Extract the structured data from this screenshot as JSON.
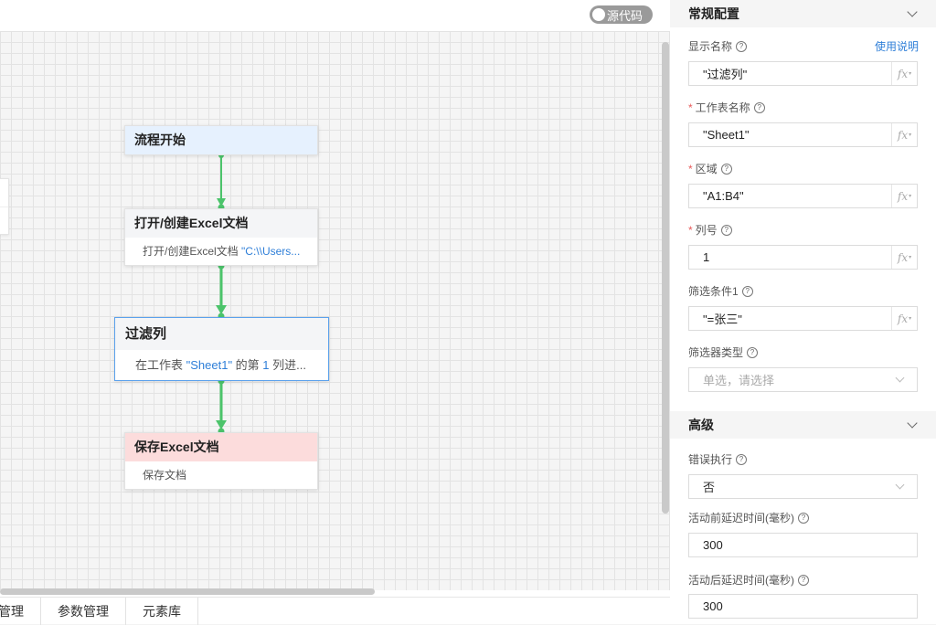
{
  "toolbar": {
    "source_code_label": "源代码"
  },
  "flow": {
    "start": {
      "title": "流程开始"
    },
    "open_excel": {
      "title": "打开/创建Excel文档",
      "desc_prefix": "打开/创建Excel文档 ",
      "desc_value": "\"C:\\\\Users..."
    },
    "filter_column": {
      "title": "过滤列",
      "desc_1": "在工作表 ",
      "desc_sheet": "\"Sheet1\"",
      "desc_2": " 的第 ",
      "desc_col": "1",
      "desc_3": " 列进..."
    },
    "save_excel": {
      "title": "保存Excel文档",
      "desc": "保存文档"
    }
  },
  "bottom_tabs": [
    "管理",
    "参数管理",
    "元素库"
  ],
  "panel": {
    "general_section": "常规配置",
    "help_link": "使用说明",
    "fields": {
      "display_name": {
        "label": "显示名称",
        "value": "\"过滤列\""
      },
      "sheet_name": {
        "label": "工作表名称",
        "value": "\"Sheet1\""
      },
      "range": {
        "label": "区域",
        "value": "\"A1:B4\""
      },
      "column": {
        "label": "列号",
        "value": "1"
      },
      "filter_cond": {
        "label": "筛选条件1",
        "value": "\"=张三\""
      },
      "filter_type": {
        "label": "筛选器类型",
        "placeholder": "单选，请选择"
      }
    },
    "advanced_section": "高级",
    "advanced": {
      "error_exec": {
        "label": "错误执行",
        "value": "否"
      },
      "pre_delay": {
        "label": "活动前延迟时间(毫秒)",
        "value": "300"
      },
      "post_delay": {
        "label": "活动后延迟时间(毫秒)",
        "value": "300"
      }
    },
    "fx_label": "fx"
  },
  "colors": {
    "connector": "#4cc46b",
    "accent": "#2f7fd8",
    "start_bg": "#e6f1fe",
    "save_bg": "#fcdcdc"
  }
}
